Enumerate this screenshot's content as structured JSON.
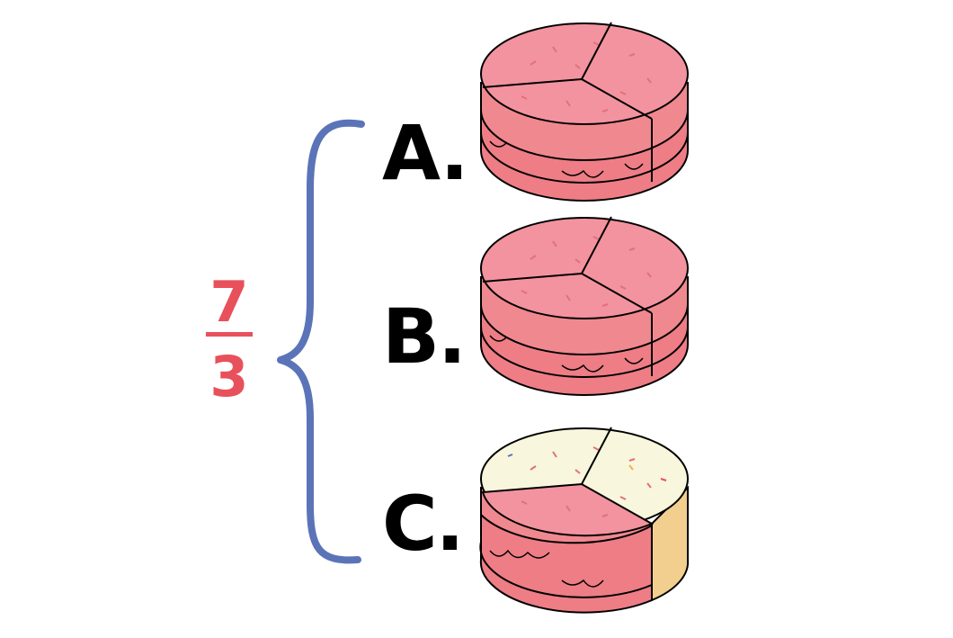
{
  "fraction": {
    "numerator": "7",
    "denominator": "3"
  },
  "options": [
    {
      "label": "A.",
      "cake": {
        "slices_total": 3,
        "pink_slices": 3,
        "cream_slices": 0
      }
    },
    {
      "label": "B.",
      "cake": {
        "slices_total": 3,
        "pink_slices": 3,
        "cream_slices": 0
      }
    },
    {
      "label": "C.",
      "cake": {
        "slices_total": 3,
        "pink_slices": 1,
        "cream_slices": 2
      }
    }
  ],
  "colors": {
    "fraction": "#e8505b",
    "brace": "#5b74b8",
    "labels": "#000000",
    "frosting_pink": "#f3939f",
    "cake_side_pink": "#ee7d86",
    "frosting_cream": "#f8f6dc",
    "cake_side_cream": "#f2cf8e"
  }
}
